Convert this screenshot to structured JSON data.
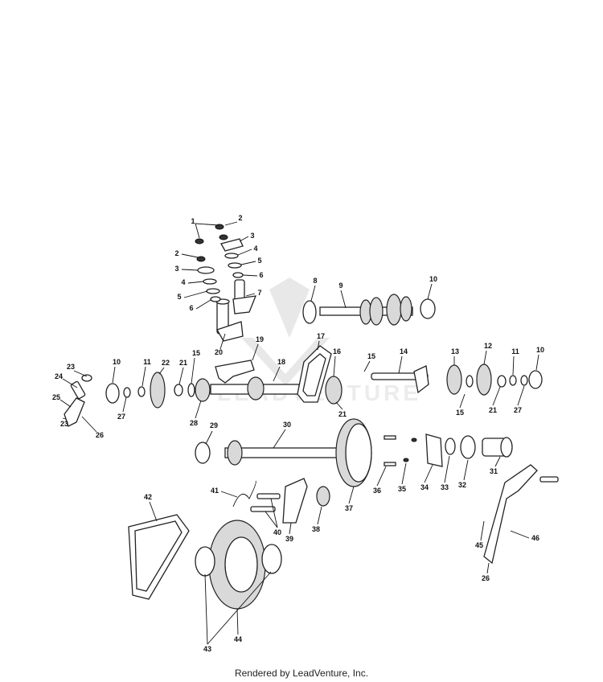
{
  "callouts": [
    "1",
    "2",
    "2",
    "3",
    "3",
    "4",
    "4",
    "5",
    "5",
    "6",
    "6",
    "7",
    "8",
    "9",
    "10",
    "10",
    "10",
    "11",
    "11",
    "12",
    "13",
    "14",
    "15",
    "15",
    "15",
    "16",
    "17",
    "18",
    "19",
    "20",
    "21",
    "21",
    "21",
    "22",
    "23",
    "23",
    "24",
    "25",
    "26",
    "26",
    "27",
    "27",
    "28",
    "29",
    "30",
    "31",
    "32",
    "33",
    "34",
    "35",
    "36",
    "37",
    "38",
    "39",
    "40",
    "41",
    "42",
    "43",
    "44",
    "45",
    "46"
  ],
  "watermark": {
    "text": "LEADVENTURE"
  },
  "footer": {
    "text": "Rendered by LeadVenture, Inc."
  }
}
